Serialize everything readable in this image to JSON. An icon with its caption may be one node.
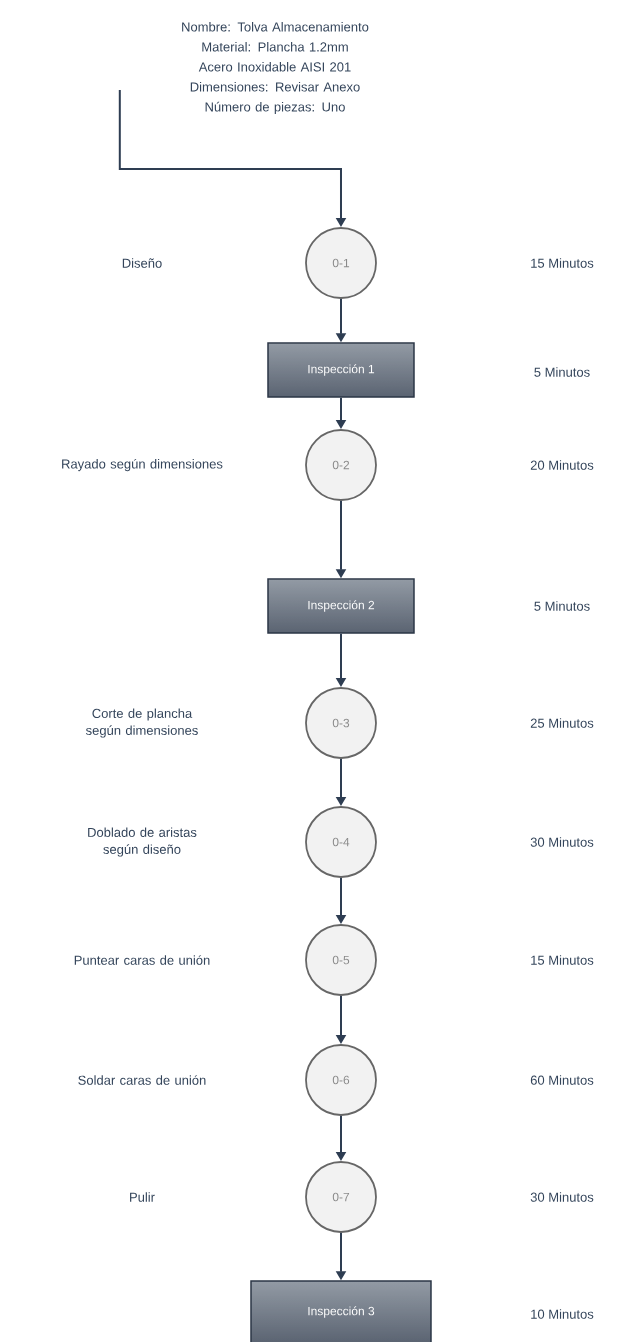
{
  "diagram": {
    "nodes": [
      {
        "text": [
          "Nombre: Tolva Almacenamiento",
          "Material: Plancha 1.2mm Acero Inoxidable AISI 201",
          "Dimensiones: Revisar Anexo",
          "Número de piezas: Uno"
        ]
      },
      {
        "text": [
          "0-1"
        ]
      },
      {
        "text": [
          "Inspección 1"
        ]
      },
      {
        "text": [
          "0-2"
        ]
      },
      {
        "text": [
          "Inspección 2"
        ]
      },
      {
        "text": [
          "0-3"
        ]
      },
      {
        "text": [
          "0-4"
        ]
      },
      {
        "text": [
          "0-5"
        ]
      },
      {
        "text": [
          "0-6"
        ]
      },
      {
        "text": [
          "0-7"
        ]
      },
      {
        "text": [
          "Inspección 3"
        ]
      }
    ],
    "edges": [
      {
        "from": 0,
        "to": 1,
        "arrow": "to"
      },
      {
        "from": 1,
        "to": 2,
        "arrow": "to"
      },
      {
        "from": 2,
        "to": 3,
        "arrow": "to"
      },
      {
        "from": 3,
        "to": 4,
        "arrow": "to"
      },
      {
        "from": 4,
        "to": 5,
        "arrow": "to"
      },
      {
        "from": 5,
        "to": 6,
        "arrow": "to"
      },
      {
        "from": 6,
        "to": 7,
        "arrow": "to"
      },
      {
        "from": 7,
        "to": 8,
        "arrow": "to"
      },
      {
        "from": 8,
        "to": 9,
        "arrow": "to"
      },
      {
        "from": 9,
        "to": 10,
        "arrow": "to"
      }
    ],
    "labels": [
      "Diseño",
      "15 Minutos",
      "5 Minutos",
      "Rayado según dimensiones",
      "20 Minutos",
      "5 Minutos",
      "Corte de plancha según dimensiones",
      "25 Minutos",
      "Doblado de aristas según diseño",
      "30 Minutos",
      "Puntear caras de unión",
      "15 Minutos",
      "Soldar caras de unión",
      "60 Minutos",
      "Pulir",
      "30 Minutos",
      "10 Minutos"
    ]
  }
}
